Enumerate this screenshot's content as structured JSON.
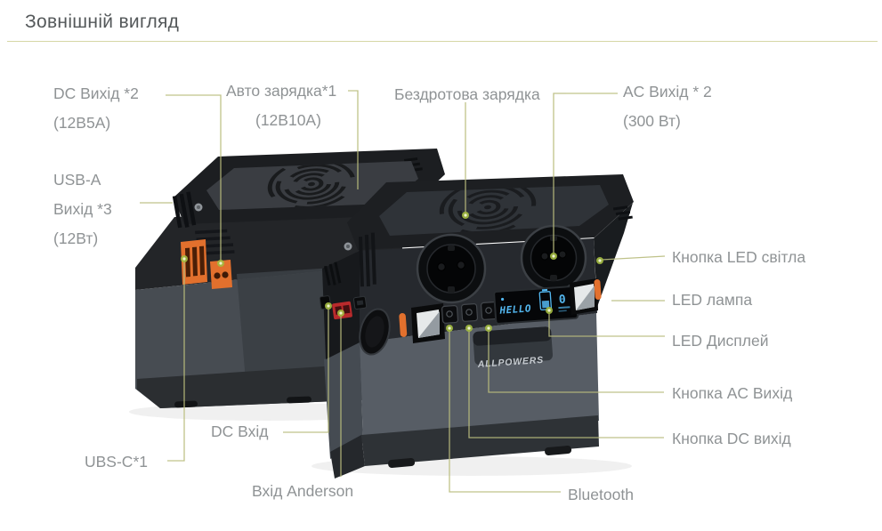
{
  "title": "Зовнішній вигляд",
  "labels": {
    "dc_output": {
      "line1": "DC Вихід *2",
      "line2": "(12В5А)"
    },
    "car_charge": {
      "line1": "Авто зарядка*1",
      "line2": "(12В10А)"
    },
    "wireless_charge": {
      "line1": "Бездротова зарядка"
    },
    "ac_output": {
      "line1": "AC Вихід * 2",
      "line2": "(300 Вт)"
    },
    "usb_a": {
      "line1": "USB-A",
      "line2": "Вихід *3",
      "line3": "(12Вт)"
    },
    "led_light_button": {
      "line1": "Кнопка LED світла"
    },
    "led_lamp": {
      "line1": "LED лампа"
    },
    "led_display": {
      "line1": "LED Дисплей"
    },
    "ac_button": {
      "line1": "Кнопка AC Вихід"
    },
    "dc_button": {
      "line1": "Кнопка DC вихід"
    },
    "dc_input": {
      "line1": "DC Вхід"
    },
    "usb_c": {
      "line1": "UBS-C*1"
    },
    "anderson_input": {
      "line1": "Вхід Anderson"
    },
    "bluetooth": {
      "line1": "Bluetooth"
    }
  },
  "device": {
    "brand": "ALLPOWERS",
    "display_greeting": "HELLO",
    "display_value": "0"
  },
  "colors": {
    "title_text": "#54585a",
    "label_text": "#8f9395",
    "divider": "#d6d7a6",
    "callout_line": "#b9bc7d",
    "callout_dot": "#a3bb40",
    "accent_orange": "#e2702d",
    "display_blue": "#53b7f0"
  }
}
